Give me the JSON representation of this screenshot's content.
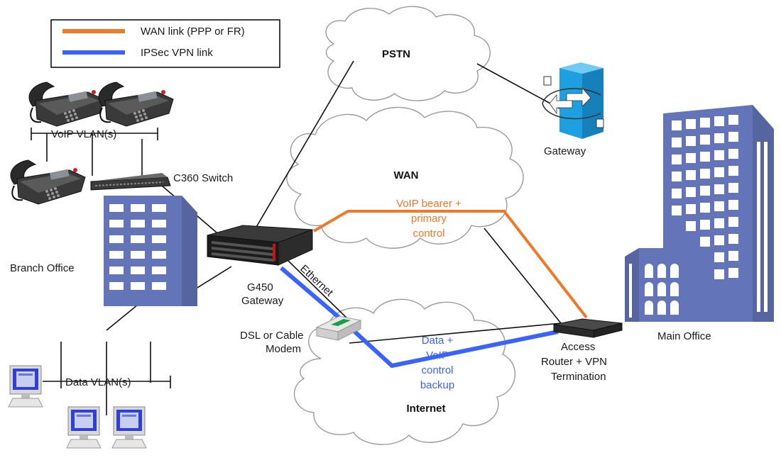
{
  "legend": {
    "items": [
      {
        "label": "WAN link (PPP or FR)",
        "color": "#f07828"
      },
      {
        "label": "IPSec VPN link",
        "color": "#3a62ff"
      }
    ]
  },
  "clouds": {
    "pstn": "PSTN",
    "wan": "WAN",
    "internet": "Internet"
  },
  "labels": {
    "voip_vlans": "VoIP  VLAN(s)",
    "c360_switch": "C360 Switch",
    "branch_office": "Branch Office",
    "g450_line1": "G450",
    "g450_line2": "Gateway",
    "ethernet": "Ethernet",
    "modem_line1": "DSL or Cable",
    "modem_line2": "Modem",
    "data_vlans": "Data VLAN(s)",
    "pstn_gateway": "Gateway",
    "wan_path_line1": "VoIP bearer +",
    "wan_path_line2": "primary",
    "wan_path_line3": "control",
    "vpn_path_line1": "Data +",
    "vpn_path_line2": "VoIP",
    "vpn_path_line3": "control",
    "vpn_path_line4": "backup",
    "router_line1": "Access",
    "router_line2": "Router + VPN",
    "router_line3": "Termination",
    "main_office": "Main Office"
  },
  "colors": {
    "wan_link": "#f07828",
    "vpn_link": "#3a62ff",
    "building": "#6474b8",
    "gateway_box": "#1e9fe0",
    "device_dark": "#2c2c2c"
  },
  "icons": {
    "phone": "desk-phone-icon",
    "switch": "switch-icon",
    "building": "office-building-icon",
    "gateway": "g450-gateway-icon",
    "modem": "modem-icon",
    "router": "router-icon",
    "pc": "pc-icon",
    "pstn_gateway": "pstn-gateway-icon"
  }
}
